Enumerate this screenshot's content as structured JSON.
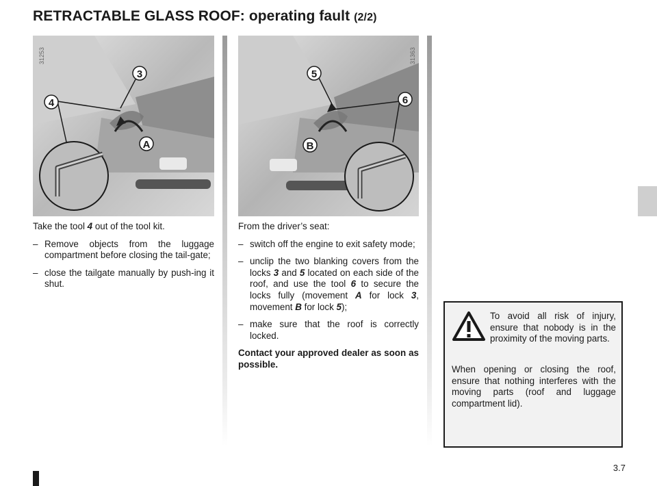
{
  "header": {
    "title": "RETRACTABLE GLASS ROOF: operating fault",
    "subtitle": "(2/2)"
  },
  "figures": [
    {
      "ref_code": "31253",
      "callouts": [
        "3",
        "4",
        "A"
      ]
    },
    {
      "ref_code": "31363",
      "callouts": [
        "5",
        "6",
        "B"
      ]
    }
  ],
  "left_column": {
    "intro_pre": "Take the tool ",
    "intro_ref": "4",
    "intro_post": " out of the tool kit.",
    "item1": "Remove objects from the luggage compartment before closing the tail-gate;",
    "item2": "close the tailgate manually by push-ing it shut.",
    "dash": "–"
  },
  "right_column": {
    "intro": "From the driver’s seat:",
    "dash": "–",
    "item1": "switch off the engine to exit safety mode;",
    "item2": {
      "t1": "unclip the two blanking covers from the locks ",
      "r1": "3",
      "t2": " and ",
      "r2": "5",
      "t3": " located on each side of the roof, and use the tool ",
      "r3": "6",
      "t4": " to secure the locks fully (movement ",
      "r4": "A",
      "t5": " for lock ",
      "r5": "3",
      "t6": ", movement ",
      "r6": "B",
      "t7": " for lock ",
      "r7": "5",
      "t8": ");"
    },
    "item3": "make sure that the roof is correctly locked.",
    "contact": "Contact your approved dealer as soon as possible."
  },
  "warning": {
    "icon": "warning-triangle-icon",
    "text1": "To avoid all risk of injury, ensure that nobody is in the proximity of the moving parts.",
    "text2": "When opening or closing the roof, ensure that nothing interferes with the moving parts (roof and luggage compartment lid)."
  },
  "footer": {
    "page_number": "3.7"
  }
}
